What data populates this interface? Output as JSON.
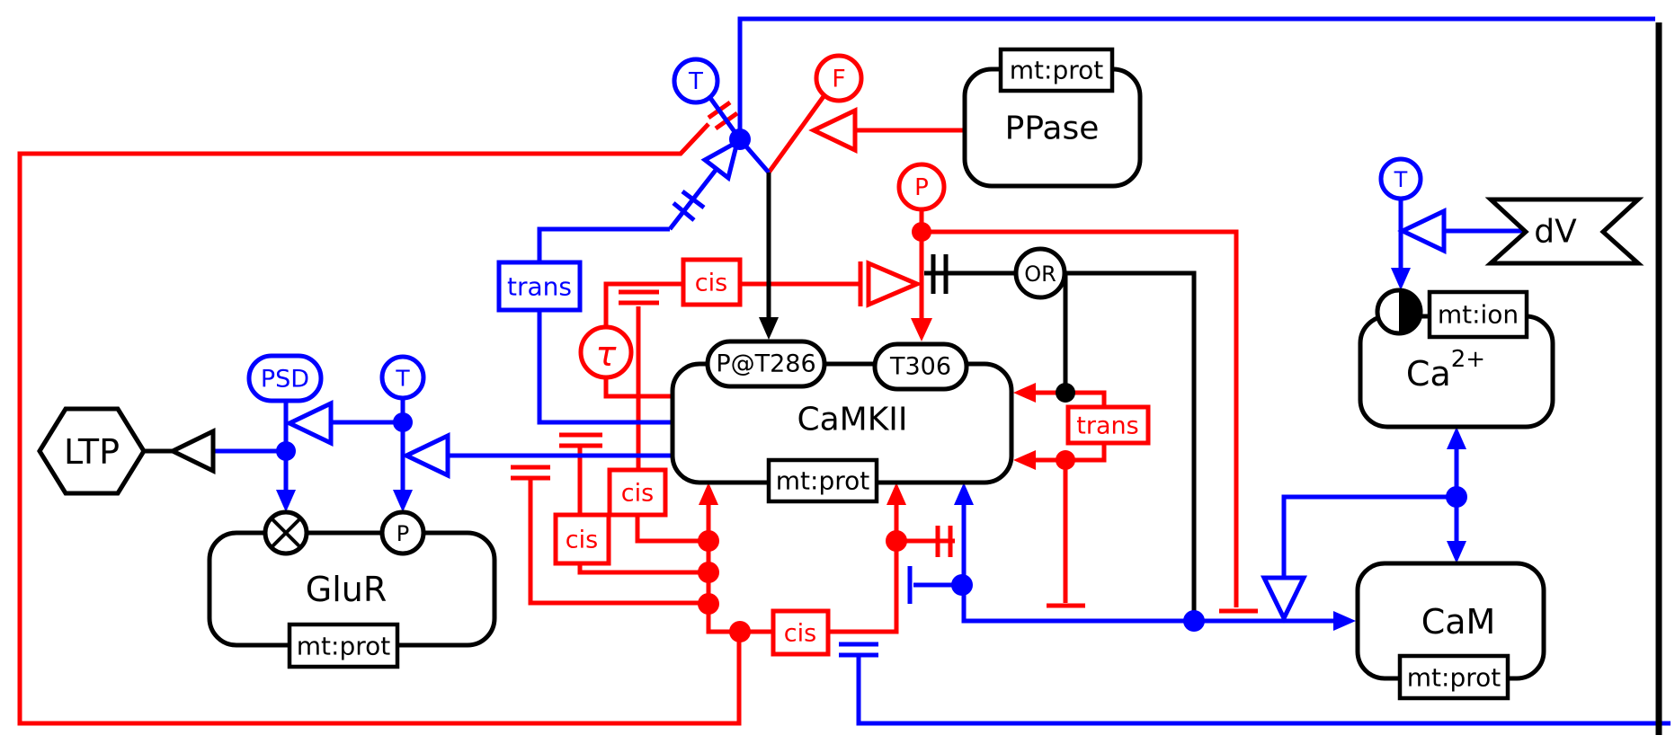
{
  "colors": {
    "red": "#ff0000",
    "blue": "#0000ff",
    "black": "#000000"
  },
  "nodes": {
    "ltp": {
      "label": "LTP"
    },
    "glur": {
      "label": "GluR",
      "tag": "mt:prot",
      "site_p": "P"
    },
    "camkii": {
      "label": "CaMKII",
      "tag": "mt:prot",
      "site_t286": "P@T286",
      "site_t306": "T306"
    },
    "ppase": {
      "label": "PPase",
      "tag": "mt:prot"
    },
    "cam": {
      "label": "CaM",
      "tag": "mt:prot"
    },
    "ca": {
      "label": "Ca",
      "sup": "2+",
      "tag": "mt:ion"
    },
    "dv": {
      "label": "dV"
    }
  },
  "operators": {
    "t_top": "T",
    "t_glur": "T",
    "t_ca": "T",
    "f": "F",
    "p": "P",
    "tau": "τ",
    "or": "OR",
    "psd": "PSD"
  },
  "gates": {
    "trans_blue": "trans",
    "trans_red": "trans",
    "cis_1": "cis",
    "cis_2": "cis",
    "cis_3": "cis",
    "cis_4": "cis"
  }
}
